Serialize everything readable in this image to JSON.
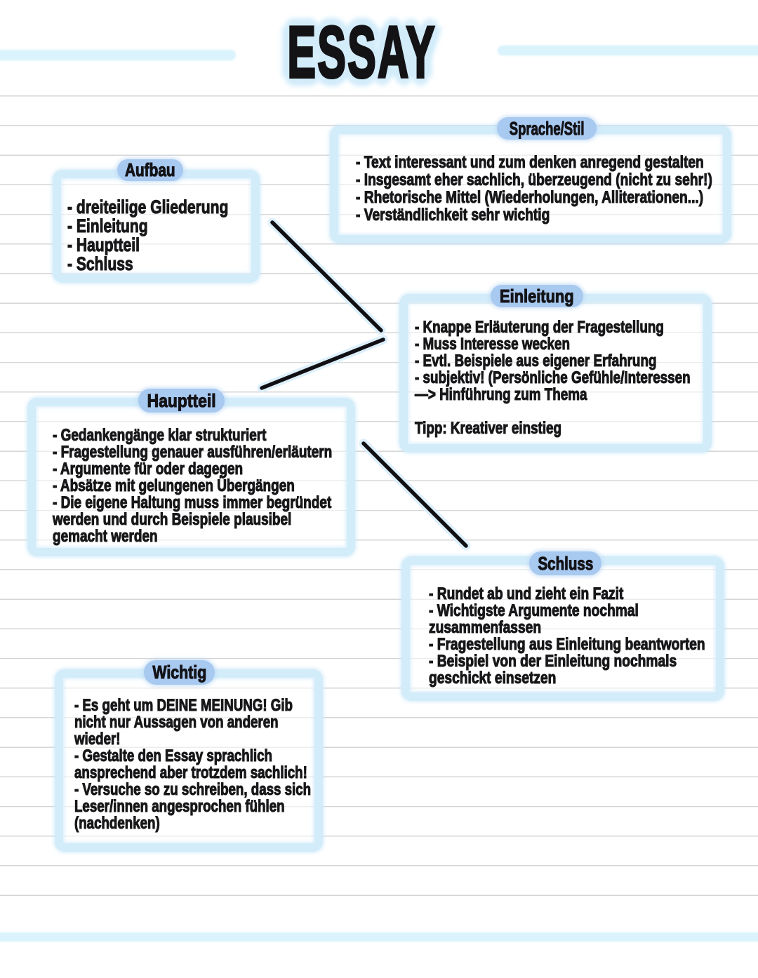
{
  "title": "ESSAY",
  "colors": {
    "page_background": "#ffffff",
    "ruled_line": "#d7d7d7",
    "highlight_strip": "#daf3fc",
    "box_border": "#d9eefb",
    "pill_fill": "#a8c9f0",
    "ink": "#18181a",
    "connector_line": "#101014",
    "title_halo": "#d5eefb"
  },
  "boxes": [
    {
      "id": "aufbau",
      "label": "Aufbau",
      "lines": [
        "- dreiteilige Gliederung",
        "- Einleitung",
        "- Hauptteil",
        "- Schluss"
      ]
    },
    {
      "id": "sprache-stil",
      "label": "Sprache/Stil",
      "lines": [
        "- Text interessant und zum denken anregend gestalten",
        "- Insgesamt eher sachlich, überzeugend (nicht zu sehr!)",
        "- Rhetorische Mittel (Wiederholungen, Alliterationen...)",
        "- Verständlichkeit sehr wichtig"
      ]
    },
    {
      "id": "einleitung",
      "label": "Einleitung",
      "lines": [
        "- Knappe Erläuterung der Fragestellung",
        "- Muss Interesse wecken",
        "- Evtl. Beispiele aus eigener Erfahrung",
        "- subjektiv! (Persönliche Gefühle/Interessen",
        "—> Hinführung zum Thema"
      ],
      "tip": "Tipp: Kreativer einstieg"
    },
    {
      "id": "hauptteil",
      "label": "Hauptteil",
      "lines": [
        "- Gedankengänge klar strukturiert",
        "- Fragestellung genauer ausführen/erläutern",
        "- Argumente für oder dagegen",
        "- Absätze mit gelungenen Übergängen",
        "- Die eigene Haltung muss immer begründet",
        "werden und durch Beispiele plausibel",
        "gemacht werden"
      ]
    },
    {
      "id": "schluss",
      "label": "Schluss",
      "lines": [
        "- Rundet ab und zieht ein Fazit",
        "- Wichtigste Argumente nochmal",
        "zusammenfassen",
        "- Fragestellung aus Einleitung beantworten",
        "- Beispiel von der Einleitung nochmals",
        "geschickt einsetzen"
      ]
    },
    {
      "id": "wichtig",
      "label": "Wichtig",
      "lines": [
        "- Es geht um DEINE MEINUNG! Gib",
        "nicht nur Aussagen von anderen",
        "wieder!",
        "- Gestalte den Essay sprachlich",
        "ansprechend aber trotzdem sachlich!",
        "- Versuche so zu schreiben, dass sich",
        "Leser/innen angesprochen fühlen",
        "(nachdenken)"
      ]
    }
  ],
  "connectors": [
    {
      "from": "aufbau",
      "to": "einleitung"
    },
    {
      "from": "hauptteil",
      "to": "einleitung"
    },
    {
      "from": "einleitung",
      "to": "schluss"
    }
  ]
}
